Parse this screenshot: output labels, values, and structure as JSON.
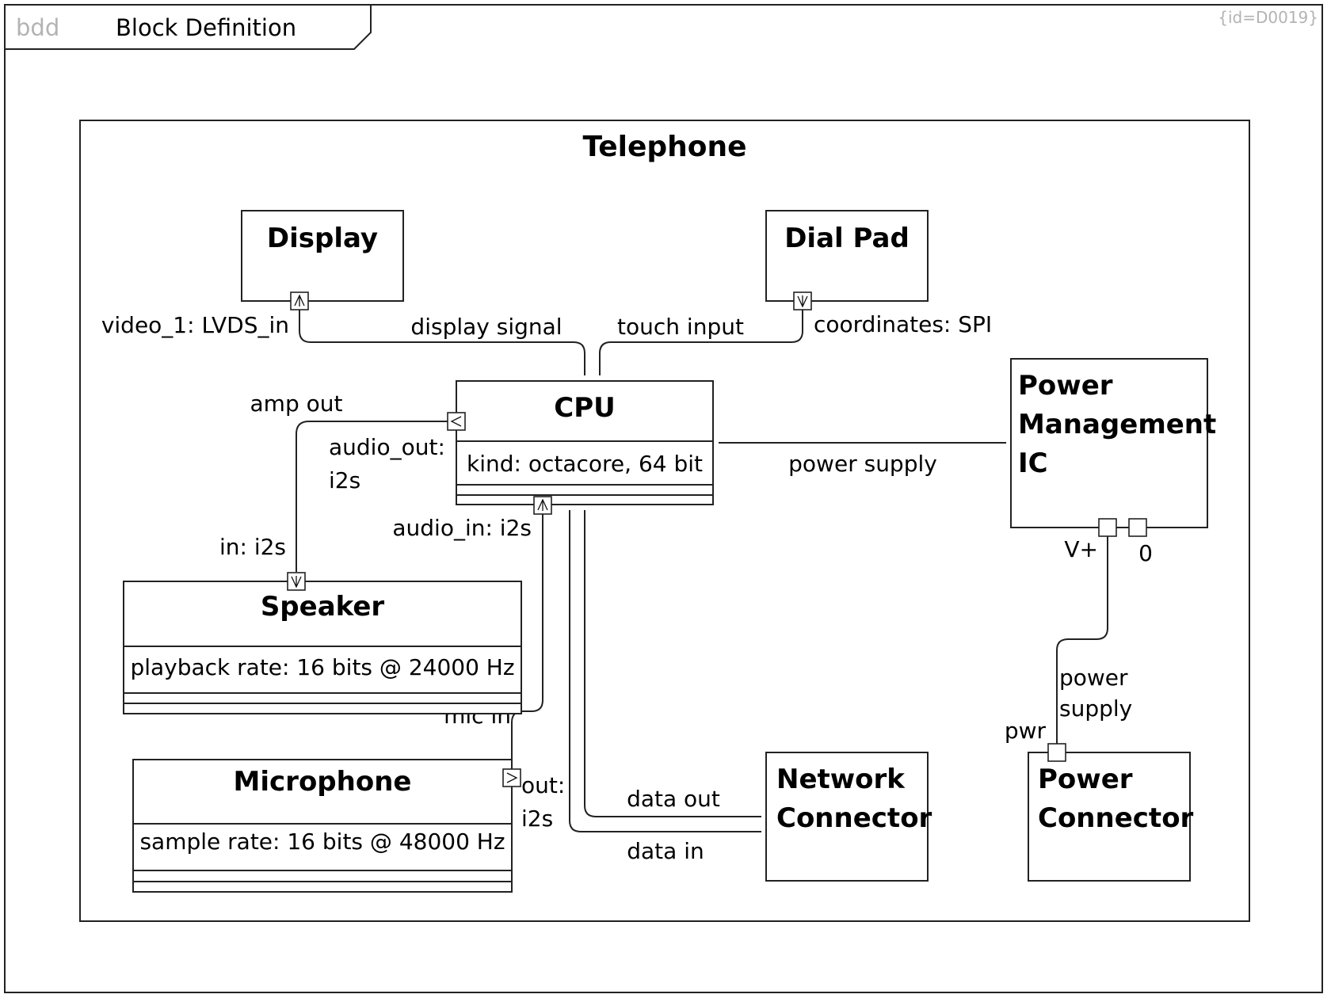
{
  "frame": {
    "kind": "bdd",
    "title": "Block Definition",
    "id_label": "{id=D0019}"
  },
  "telephone": {
    "title": "Telephone"
  },
  "blocks": {
    "display": {
      "name": "Display"
    },
    "dial_pad": {
      "name": "Dial Pad"
    },
    "cpu": {
      "name": "CPU",
      "attribute": "kind: octacore, 64 bit"
    },
    "pmic": {
      "name_lines": [
        "Power",
        "Management",
        "IC"
      ]
    },
    "speaker": {
      "name": "Speaker",
      "attribute": "playback rate: 16 bits @ 24000 Hz"
    },
    "microphone": {
      "name": "Microphone",
      "attribute": "sample rate: 16 bits @ 48000 Hz"
    },
    "network_connector": {
      "name_lines": [
        "Network",
        "Connector"
      ]
    },
    "power_connector": {
      "name_lines": [
        "Power",
        "Connector"
      ]
    }
  },
  "ports": {
    "display_video": {
      "label": "video_1: LVDS_in",
      "direction": "in"
    },
    "dialpad_coords": {
      "label": "coordinates: SPI",
      "direction": "out"
    },
    "cpu_audio_out": {
      "label_lines": [
        "audio_out:",
        "i2s"
      ],
      "direction": "out"
    },
    "cpu_audio_in": {
      "label": "audio_in: i2s",
      "direction": "in"
    },
    "speaker_in": {
      "label": "in: i2s",
      "direction": "in"
    },
    "mic_out": {
      "label_lines": [
        "out:",
        "i2s"
      ],
      "direction": "out"
    },
    "pmic_vplus": {
      "label": "V+"
    },
    "pmic_zero": {
      "label": "0"
    },
    "power_pwr": {
      "label": "pwr"
    }
  },
  "connectors": {
    "display_signal": "display signal",
    "touch_input": "touch input",
    "amp_out": "amp out",
    "mic_in": "mic in",
    "power_supply": "power supply",
    "power_supply_2_lines": [
      "power",
      "supply"
    ],
    "data_out": "data out",
    "data_in": "data in"
  }
}
